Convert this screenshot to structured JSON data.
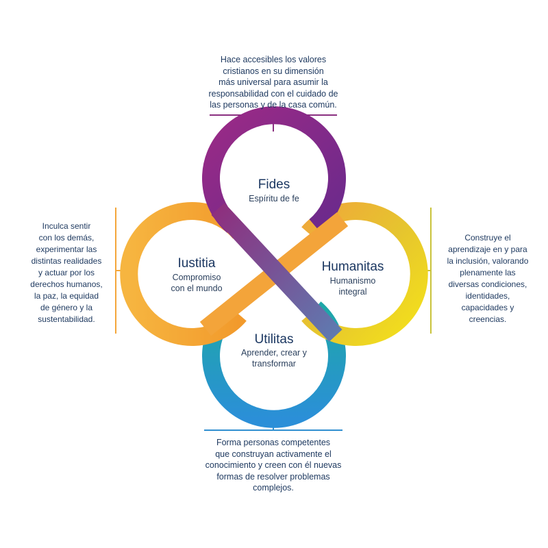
{
  "nodes": {
    "fides": {
      "title": "Fides",
      "subtitle": [
        "Espíritu de fe"
      ],
      "description": [
        "Hace accesibles los valores",
        "cristianos en su dimensión",
        "más universal para asumir la",
        "responsabilidad con el cuidado de",
        "las personas y de la casa común."
      ],
      "color": "#8a2f7f"
    },
    "iustitia": {
      "title": "Iustitia",
      "subtitle": [
        "Compromiso",
        "con el mundo"
      ],
      "description": [
        "Inculca sentir",
        "con los demás,",
        "experimentar las",
        "distintas realidades",
        "y actuar por los",
        "derechos humanos,",
        "la paz, la equidad",
        "de género y la",
        "sustentabilidad."
      ],
      "color": "#f4a63a"
    },
    "humanitas": {
      "title": "Humanitas",
      "subtitle": [
        "Humanismo",
        "integral"
      ],
      "description": [
        "Construye el",
        "aprendizaje en y para",
        "la inclusión, valorando",
        "plenamente las",
        "diversas condiciones,",
        "identidades,",
        "capacidades y",
        "creencias."
      ],
      "color": "#c9c33a"
    },
    "utilitas": {
      "title": "Utilitas",
      "subtitle": [
        "Aprender, crear y",
        "transformar"
      ],
      "description": [
        "Forma personas competentes",
        "que construyan activamente el",
        "conocimiento y creen con él nuevas",
        "formas de resolver problemas",
        "complejos."
      ],
      "color": "#2f8fd0"
    }
  }
}
